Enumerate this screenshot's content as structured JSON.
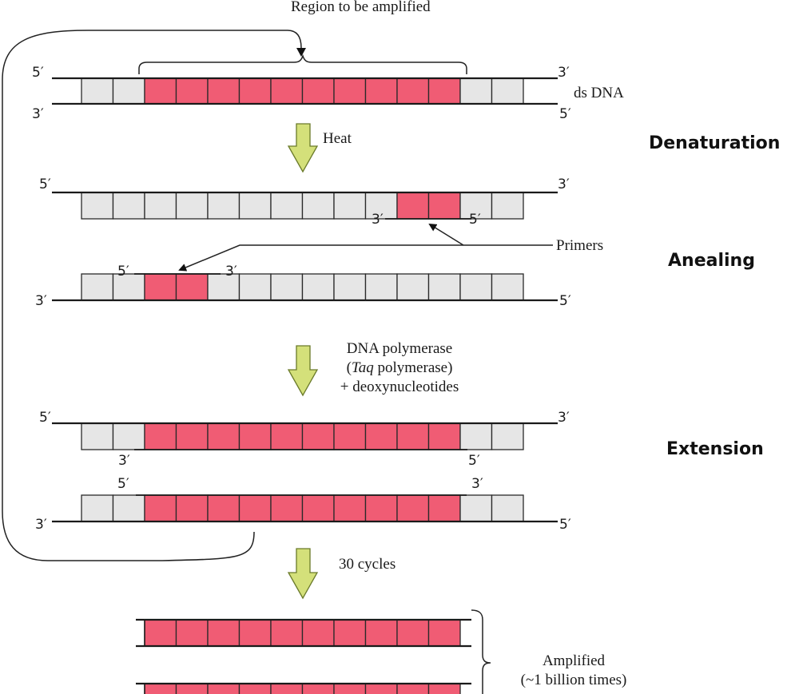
{
  "title": "Region to be amplified",
  "labels": {
    "ds_dna": "ds DNA",
    "heat": "Heat",
    "primers": "Primers",
    "polymerase_line1": "DNA polymerase",
    "polymerase_line2_italic": "Taq",
    "polymerase_line2_rest": " polymerase)",
    "polymerase_line2_open": "(",
    "polymerase_line3": "+ deoxynucleotides",
    "cycles": "30 cycles",
    "amplified_line1": "Amplified",
    "amplified_line2": "(~1 billion times)"
  },
  "stages": {
    "denaturation": "Denaturation",
    "annealing": "Anealing",
    "extension": "Extension"
  },
  "ends": {
    "five": "5′",
    "three": "3′"
  },
  "colors": {
    "target_region": "#f05c74",
    "flank_region": "#e6e6e6",
    "arrow_fill": "#d4e07a",
    "arrow_stroke": "#6a7a2a",
    "line": "#1a1a1a"
  },
  "dna": {
    "total_units": 14,
    "target_units": [
      2,
      11
    ],
    "annealing_primer_top_units": [
      10,
      11
    ],
    "annealing_primer_bottom_units": [
      2,
      3
    ],
    "cycles": 30,
    "amplification_factor": "~1 billion"
  }
}
